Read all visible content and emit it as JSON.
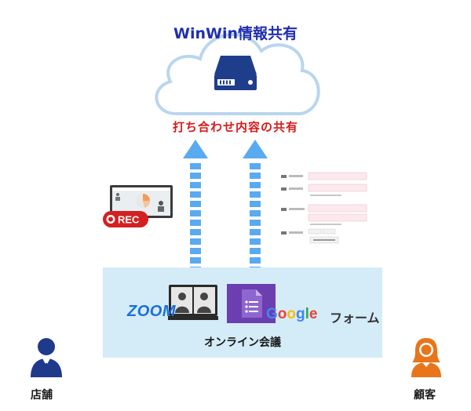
{
  "cloud": {
    "title": "WinWin情報共有",
    "icon": "server-icon"
  },
  "share_label": "打ち合わせ内容の共有",
  "recording": {
    "badge": "REC",
    "icon": "video-recording-icon"
  },
  "meeting": {
    "label": "オンライン会議",
    "zoom_label": "ZOOM",
    "google_letters": [
      "G",
      "o",
      "o",
      "g",
      "l",
      "e"
    ],
    "forms_label": "フォーム",
    "colors": {
      "zoom": "#1b6fd8",
      "forms": "#6b3fb0",
      "box": "#d4ecf8"
    }
  },
  "people": {
    "store": {
      "label": "店舗",
      "color": "#1f3a8a",
      "icon": "store-person-icon"
    },
    "customer": {
      "label": "顧客",
      "color": "#e8751a",
      "icon": "customer-person-icon"
    }
  },
  "colors": {
    "arrow": "#5aaaf0",
    "cloud_outline": "#b9d6ee",
    "title": "#1f2fb0",
    "share": "#d71a1a"
  }
}
